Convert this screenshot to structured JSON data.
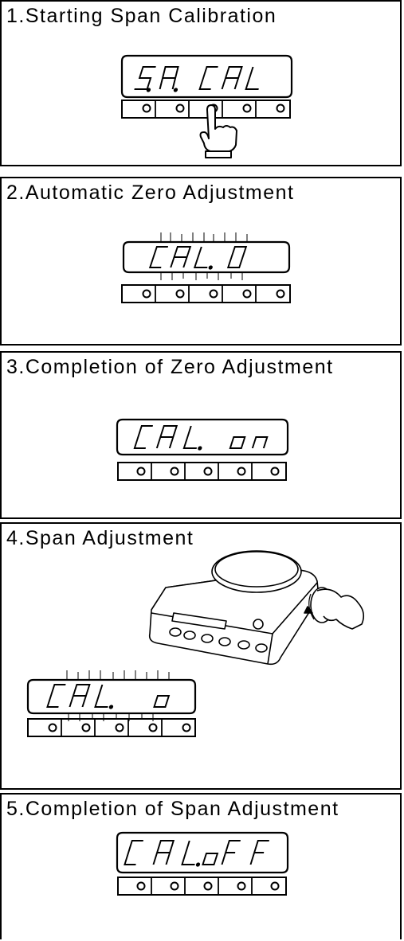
{
  "steps": [
    {
      "title": "1.Starting Span Calibration",
      "display": "5.A. CAL"
    },
    {
      "title": "2.Automatic Zero Adjustment",
      "display": "CAL. 0"
    },
    {
      "title": "3.Completion of Zero Adjustment",
      "display": "CAL. on"
    },
    {
      "title": "4.Span Adjustment",
      "display": "CAL. o"
    },
    {
      "title": "5.Completion of Span Adjustment",
      "display": "CAL.oFF"
    }
  ]
}
